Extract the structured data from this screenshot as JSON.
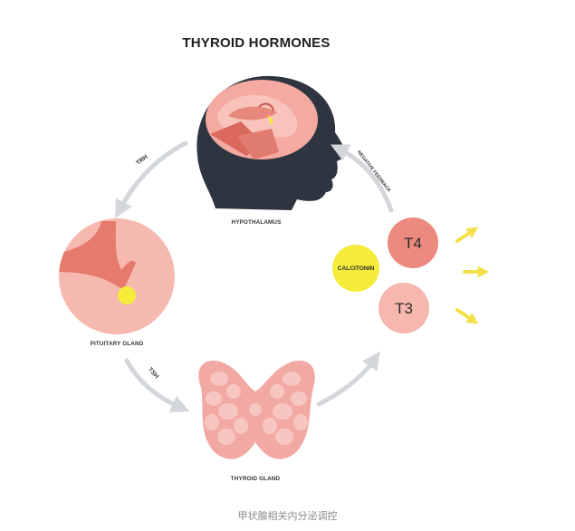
{
  "title": "THYROID HORMONES",
  "labels": {
    "hypothalamus": "HYPOTHALAMUS",
    "pituitary": "PITUITARY GLAND",
    "thyroid": "THYROID GLAND"
  },
  "arrows": {
    "trh": "TRH",
    "tsh": "TSH",
    "feedback": "NEGATIVE FEEDBACK"
  },
  "hormones": {
    "t4": "T4",
    "t3": "T3",
    "calcitonin": "CALCITONIN"
  },
  "caption": "甲状腺相关内分泌调控",
  "colors": {
    "head": "#2e3440",
    "brain": "#f4a9a1",
    "brain_dark": "#d9695d",
    "pituitary_bg": "#f6b9b0",
    "pituitary_stalk": "#e57a6d",
    "gland_dot": "#f5ec3b",
    "thyroid": "#f2a9a3",
    "thyroid_lobule": "#f7c6c1",
    "t4": "#ec8a80",
    "t3": "#f5b7ae",
    "calcitonin": "#f5ec3b",
    "arrow_gray": "#d3d6da",
    "arrow_yellow": "#f5e04a"
  }
}
